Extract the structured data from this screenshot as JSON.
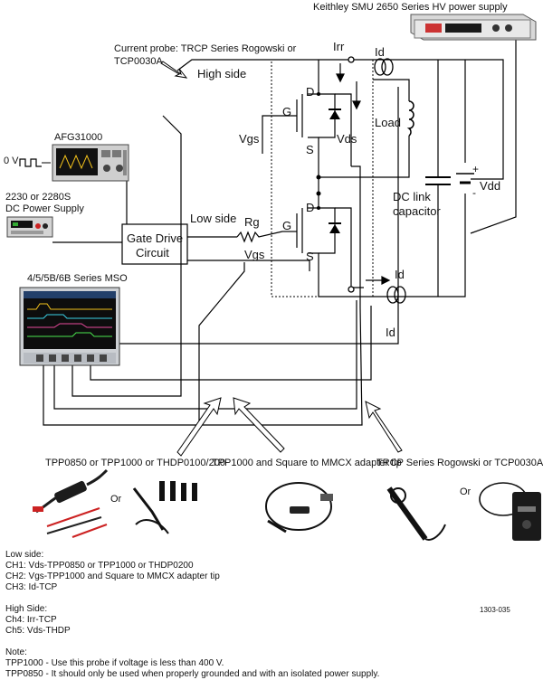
{
  "instruments": {
    "smu": "Keithley SMU 2650 Series HV power supply",
    "awg": "AFG31000",
    "dc_supply_line1": "2230 or 2280S",
    "dc_supply_line2": "DC Power Supply",
    "mso": "4/5/5B/6B Series MSO",
    "gate_drive_line1": "Gate Drive",
    "gate_drive_line2": "Circuit",
    "pulse_label": "0 V"
  },
  "circuit": {
    "current_probe_line1": "Current probe: TRCP Series Rogowski or",
    "current_probe_line2": "TCP0030A",
    "high_side": "High side",
    "low_side": "Low side",
    "irr": "Irr",
    "id": "Id",
    "load": "Load",
    "vgs": "Vgs",
    "vds": "Vds",
    "rg": "Rg",
    "vdd": "Vdd",
    "dc_link_line1": "DC link",
    "dc_link_line2": "capacitor",
    "d": "D",
    "g": "G",
    "s": "S",
    "plus": "+",
    "minus": "-"
  },
  "probes": {
    "voltage_probe": "TPP0850 or TPP1000 or THDP0100/200",
    "mmcx_probe": "TPP1000 and Square to MMCX adapter tip",
    "current_probe": "TRCP Series Rogowski or TCP0030A",
    "or1": "Or",
    "or2": "Or"
  },
  "figure_id": "1303-035",
  "notes": {
    "low_side_title": "Low side:",
    "low_side_lines": [
      "CH1: Vds-TPP0850 or TPP1000 or THDP0200",
      "CH2: Vgs-TPP1000 and Square to MMCX adapter tip",
      "CH3: Id-TCP"
    ],
    "high_side_title": "High Side:",
    "high_side_lines": [
      "Ch4: Irr-TCP",
      "Ch5: Vds-THDP"
    ],
    "note_title": "Note:",
    "note_lines": [
      "TPP1000 - Use this probe if voltage is less than 400 V.",
      "TPP0850 - It should only be used when properly grounded and with an isolated power supply."
    ]
  }
}
